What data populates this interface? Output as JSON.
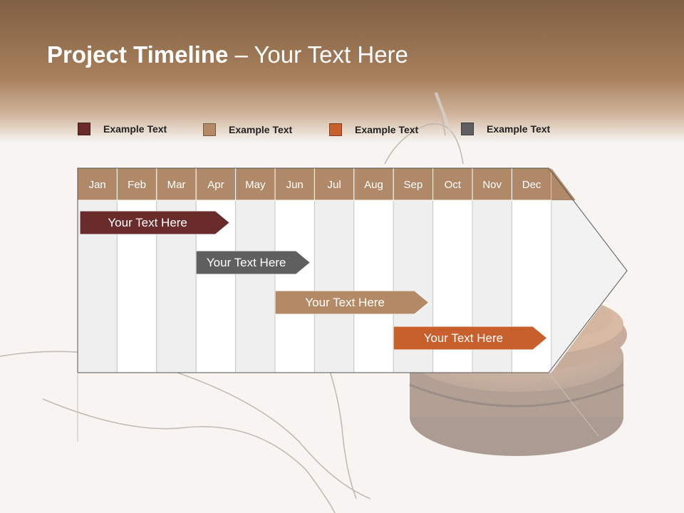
{
  "header": {
    "title_bold": "Project Timeline",
    "title_rest": " – Your Text Here",
    "band_color": "#8c6a4c"
  },
  "legend": [
    {
      "label": "Example Text",
      "color": "#6a2b2b"
    },
    {
      "label": "Example Text",
      "color": "#b48a66"
    },
    {
      "label": "Example Text",
      "color": "#c8602e"
    },
    {
      "label": "Example Text",
      "color": "#5f5f5f"
    }
  ],
  "timeline": {
    "months": [
      "Jan",
      "Feb",
      "Mar",
      "Apr",
      "May",
      "Jun",
      "Jul",
      "Aug",
      "Sep",
      "Oct",
      "Nov",
      "Dec"
    ],
    "header_color": "#b08a68"
  },
  "tasks": [
    {
      "label": "Your  Text Here",
      "color": "#6a2b2b",
      "start_month": 1,
      "end_month": 4.85
    },
    {
      "label": "Your  Text Here",
      "color": "#5f5f5f",
      "start_month": 3.95,
      "end_month": 6.9
    },
    {
      "label": "Your  Text Here",
      "color": "#b48a66",
      "start_month": 5.95,
      "end_month": 9.9
    },
    {
      "label": "Your  Text Here",
      "color": "#c8602e",
      "start_month": 8.95,
      "end_month": 12.9
    }
  ]
}
